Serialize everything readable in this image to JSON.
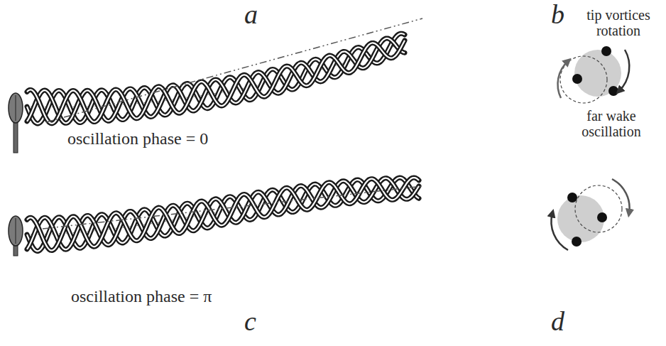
{
  "diagram": {
    "labels": [
      "a",
      "b",
      "oscillation phase = 0",
      "tip vortices rotation",
      "far wake oscillation",
      "oscillation phase = π",
      "c",
      "d"
    ]
  }
}
